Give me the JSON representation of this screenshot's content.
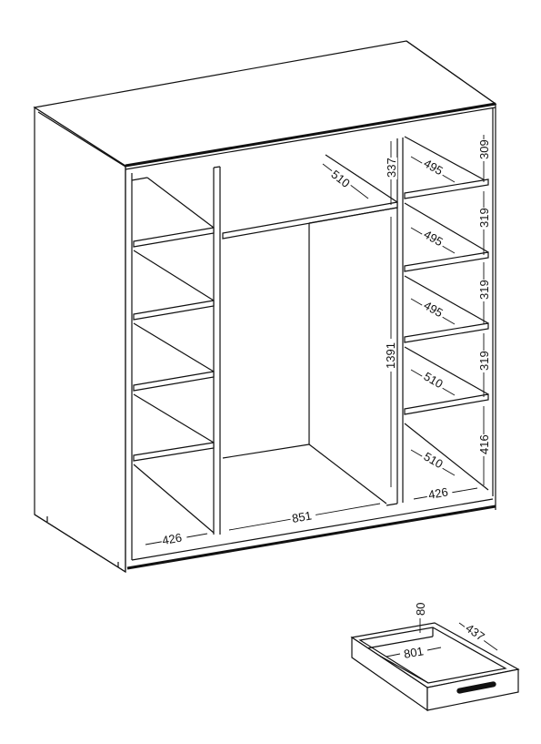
{
  "wardrobe": {
    "dimensions": {
      "left_bottom_width": "426",
      "center_bottom_width": "851",
      "right_bottom_width": "426",
      "top_center_depth": "510",
      "top_center_height": "337",
      "hanging_height": "1391",
      "right_depths": [
        "495",
        "495",
        "495",
        "510",
        "510"
      ],
      "right_heights": [
        "309",
        "319",
        "319",
        "319",
        "416"
      ]
    }
  },
  "drawer": {
    "dimensions": {
      "height": "80",
      "width": "801",
      "depth": "437"
    }
  }
}
